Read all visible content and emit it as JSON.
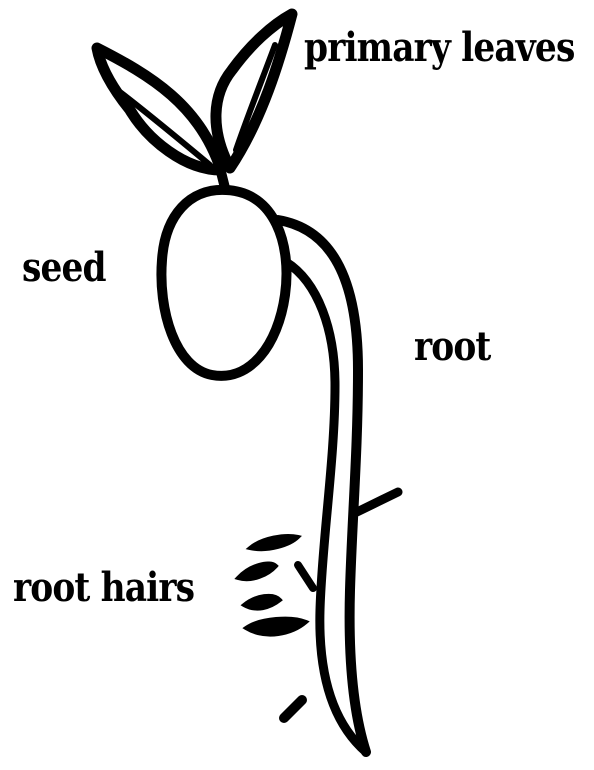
{
  "labels": {
    "primary_leaves": "primary leaves",
    "seed": "seed",
    "root": "root",
    "root_hairs": "root hairs"
  },
  "colors": {
    "ink": "#000000",
    "background": "#ffffff"
  }
}
